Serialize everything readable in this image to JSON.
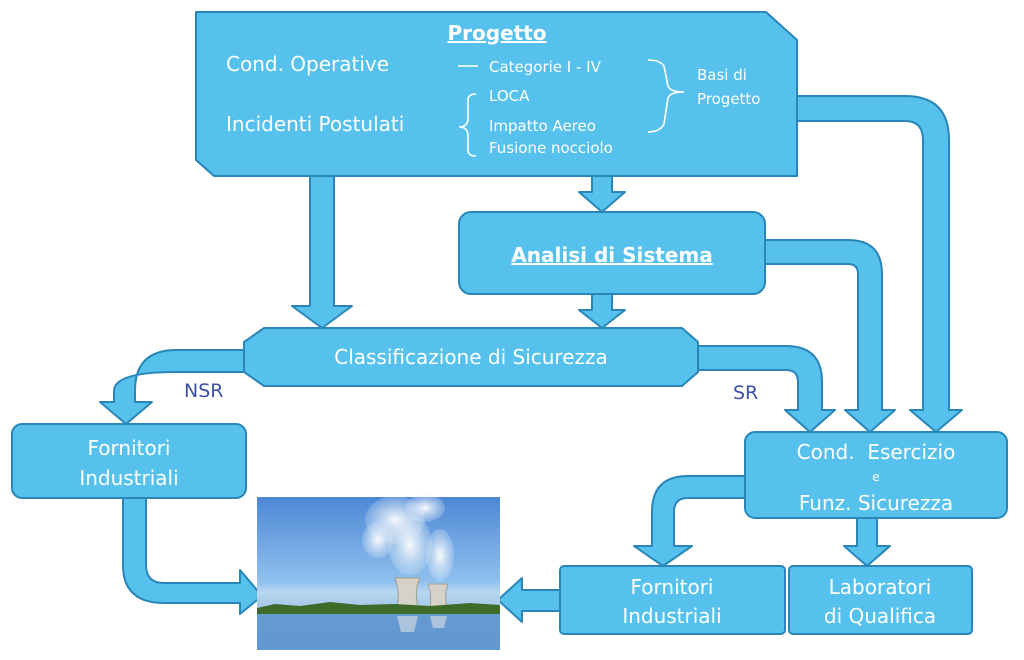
{
  "colors": {
    "box_fill": "#55C1EC",
    "box_stroke": "#2A86B8",
    "text_white": "#FFFFFF",
    "label_blue": "#3D4FA8"
  },
  "progetto": {
    "title": "Progetto",
    "cond_operative": "Cond. Operative",
    "incidenti_postulati": "Incidenti Postulati",
    "categorie": "Categorie I - IV",
    "loca": "LOCA",
    "impatto_aereo": "Impatto Aereo",
    "fusione_nocciolo": "Fusione nocciolo",
    "basi_line1": "Basi di",
    "basi_line2": "Progetto"
  },
  "analisi": {
    "title": "Analisi di Sistema"
  },
  "classificazione": {
    "label": "Classificazione di Sicurezza"
  },
  "nsr_label": "NSR",
  "sr_label": "SR",
  "fornitori_left": {
    "line1": "Fornitori",
    "line2": "Industriali"
  },
  "cond_esercizio": {
    "line1": "Cond.  Esercizio",
    "line2": "e",
    "line3": "Funz. Sicurezza"
  },
  "fornitori_right": {
    "line1": "Fornitori",
    "line2": "Industriali"
  },
  "laboratori": {
    "line1": "Laboratori",
    "line2": "di Qualifica"
  },
  "photo": {
    "subject": "nuclear-plant-cooling-towers"
  }
}
